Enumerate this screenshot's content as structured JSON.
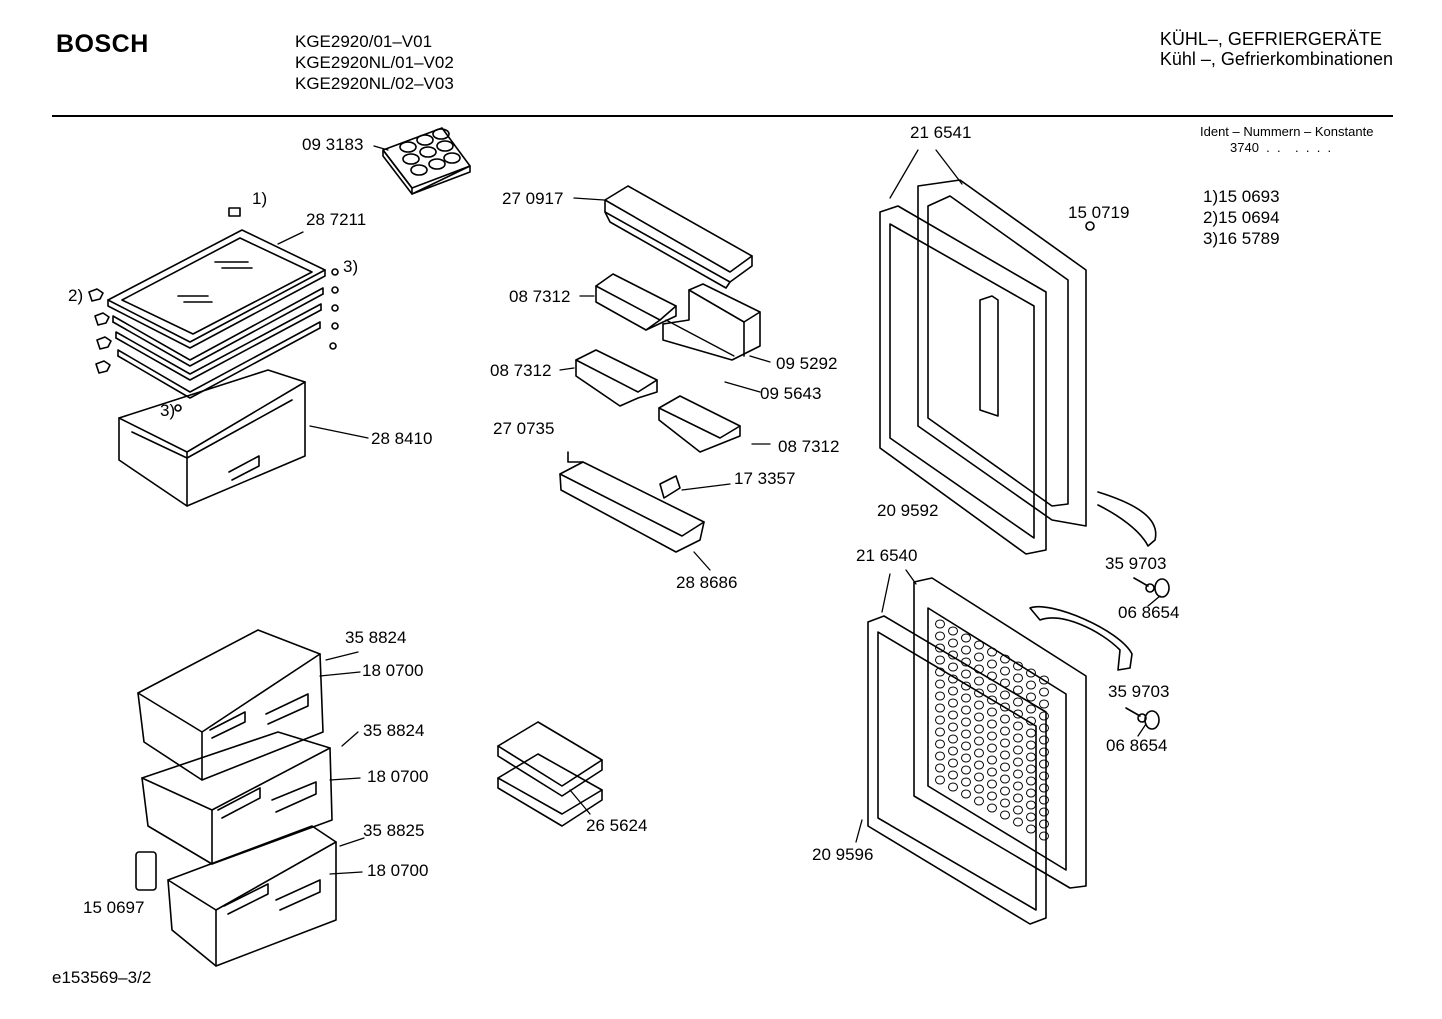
{
  "header": {
    "brand": "BOSCH",
    "models": [
      "KGE2920/01–V01",
      "KGE2920NL/01–V02",
      "KGE2920NL/02–V03"
    ],
    "category_line1": "KÜHL–, GEFRIERGERÄTE",
    "category_line2": "Kühl –, Gefrierkombinationen"
  },
  "ident": {
    "title": "Ident – Nummern – Konstante",
    "value": "3740  .  .    .  .  .  ."
  },
  "legend": [
    "1)15 0693",
    "2)15 0694",
    "3)16 5789"
  ],
  "parts": {
    "p093183": "09 3183",
    "p287211": "28 7211",
    "note1": "1)",
    "note2": "2)",
    "note3a": "3)",
    "note3b": "3)",
    "p288410": "28 8410",
    "p270917": "27 0917",
    "p087312a": "08 7312",
    "p087312b": "08 7312",
    "p087312c": "08 7312",
    "p095292": "09 5292",
    "p095643": "09 5643",
    "p270735": "27 0735",
    "p173357": "17 3357",
    "p288686": "28 8686",
    "p216541": "21 6541",
    "p150719": "15 0719",
    "p209592": "20 9592",
    "p359703a": "35 9703",
    "p068654a": "06 8654",
    "p216540": "21 6540",
    "p359703b": "35 9703",
    "p068654b": "06 8654",
    "p209596": "20 9596",
    "p358824a": "35 8824",
    "p180700a": "18 0700",
    "p358824b": "35 8824",
    "p180700b": "18 0700",
    "p358825": "35 8825",
    "p180700c": "18 0700",
    "p150697": "15 0697",
    "p265624": "26 5624"
  },
  "footer": "e153569–3/2"
}
